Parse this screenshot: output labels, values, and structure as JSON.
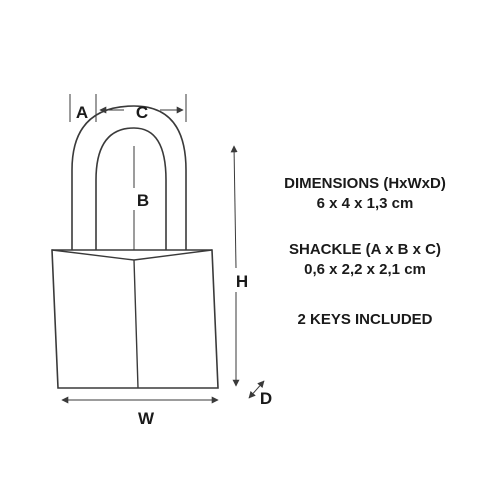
{
  "diagram_labels": {
    "a": "A",
    "b": "B",
    "c": "C",
    "h": "H",
    "w": "W",
    "d": "D"
  },
  "specs": {
    "dimensions_title": "DIMENSIONS (HxWxD)",
    "dimensions_value": "6 x 4 x 1,3 cm",
    "shackle_title": "SHACKLE (A x B x C)",
    "shackle_value": "0,6 x 2,2 x 2,1 cm",
    "keys": "2 KEYS INCLUDED"
  },
  "colors": {
    "line": "#3a3a3a",
    "text": "#1a1a1a"
  }
}
